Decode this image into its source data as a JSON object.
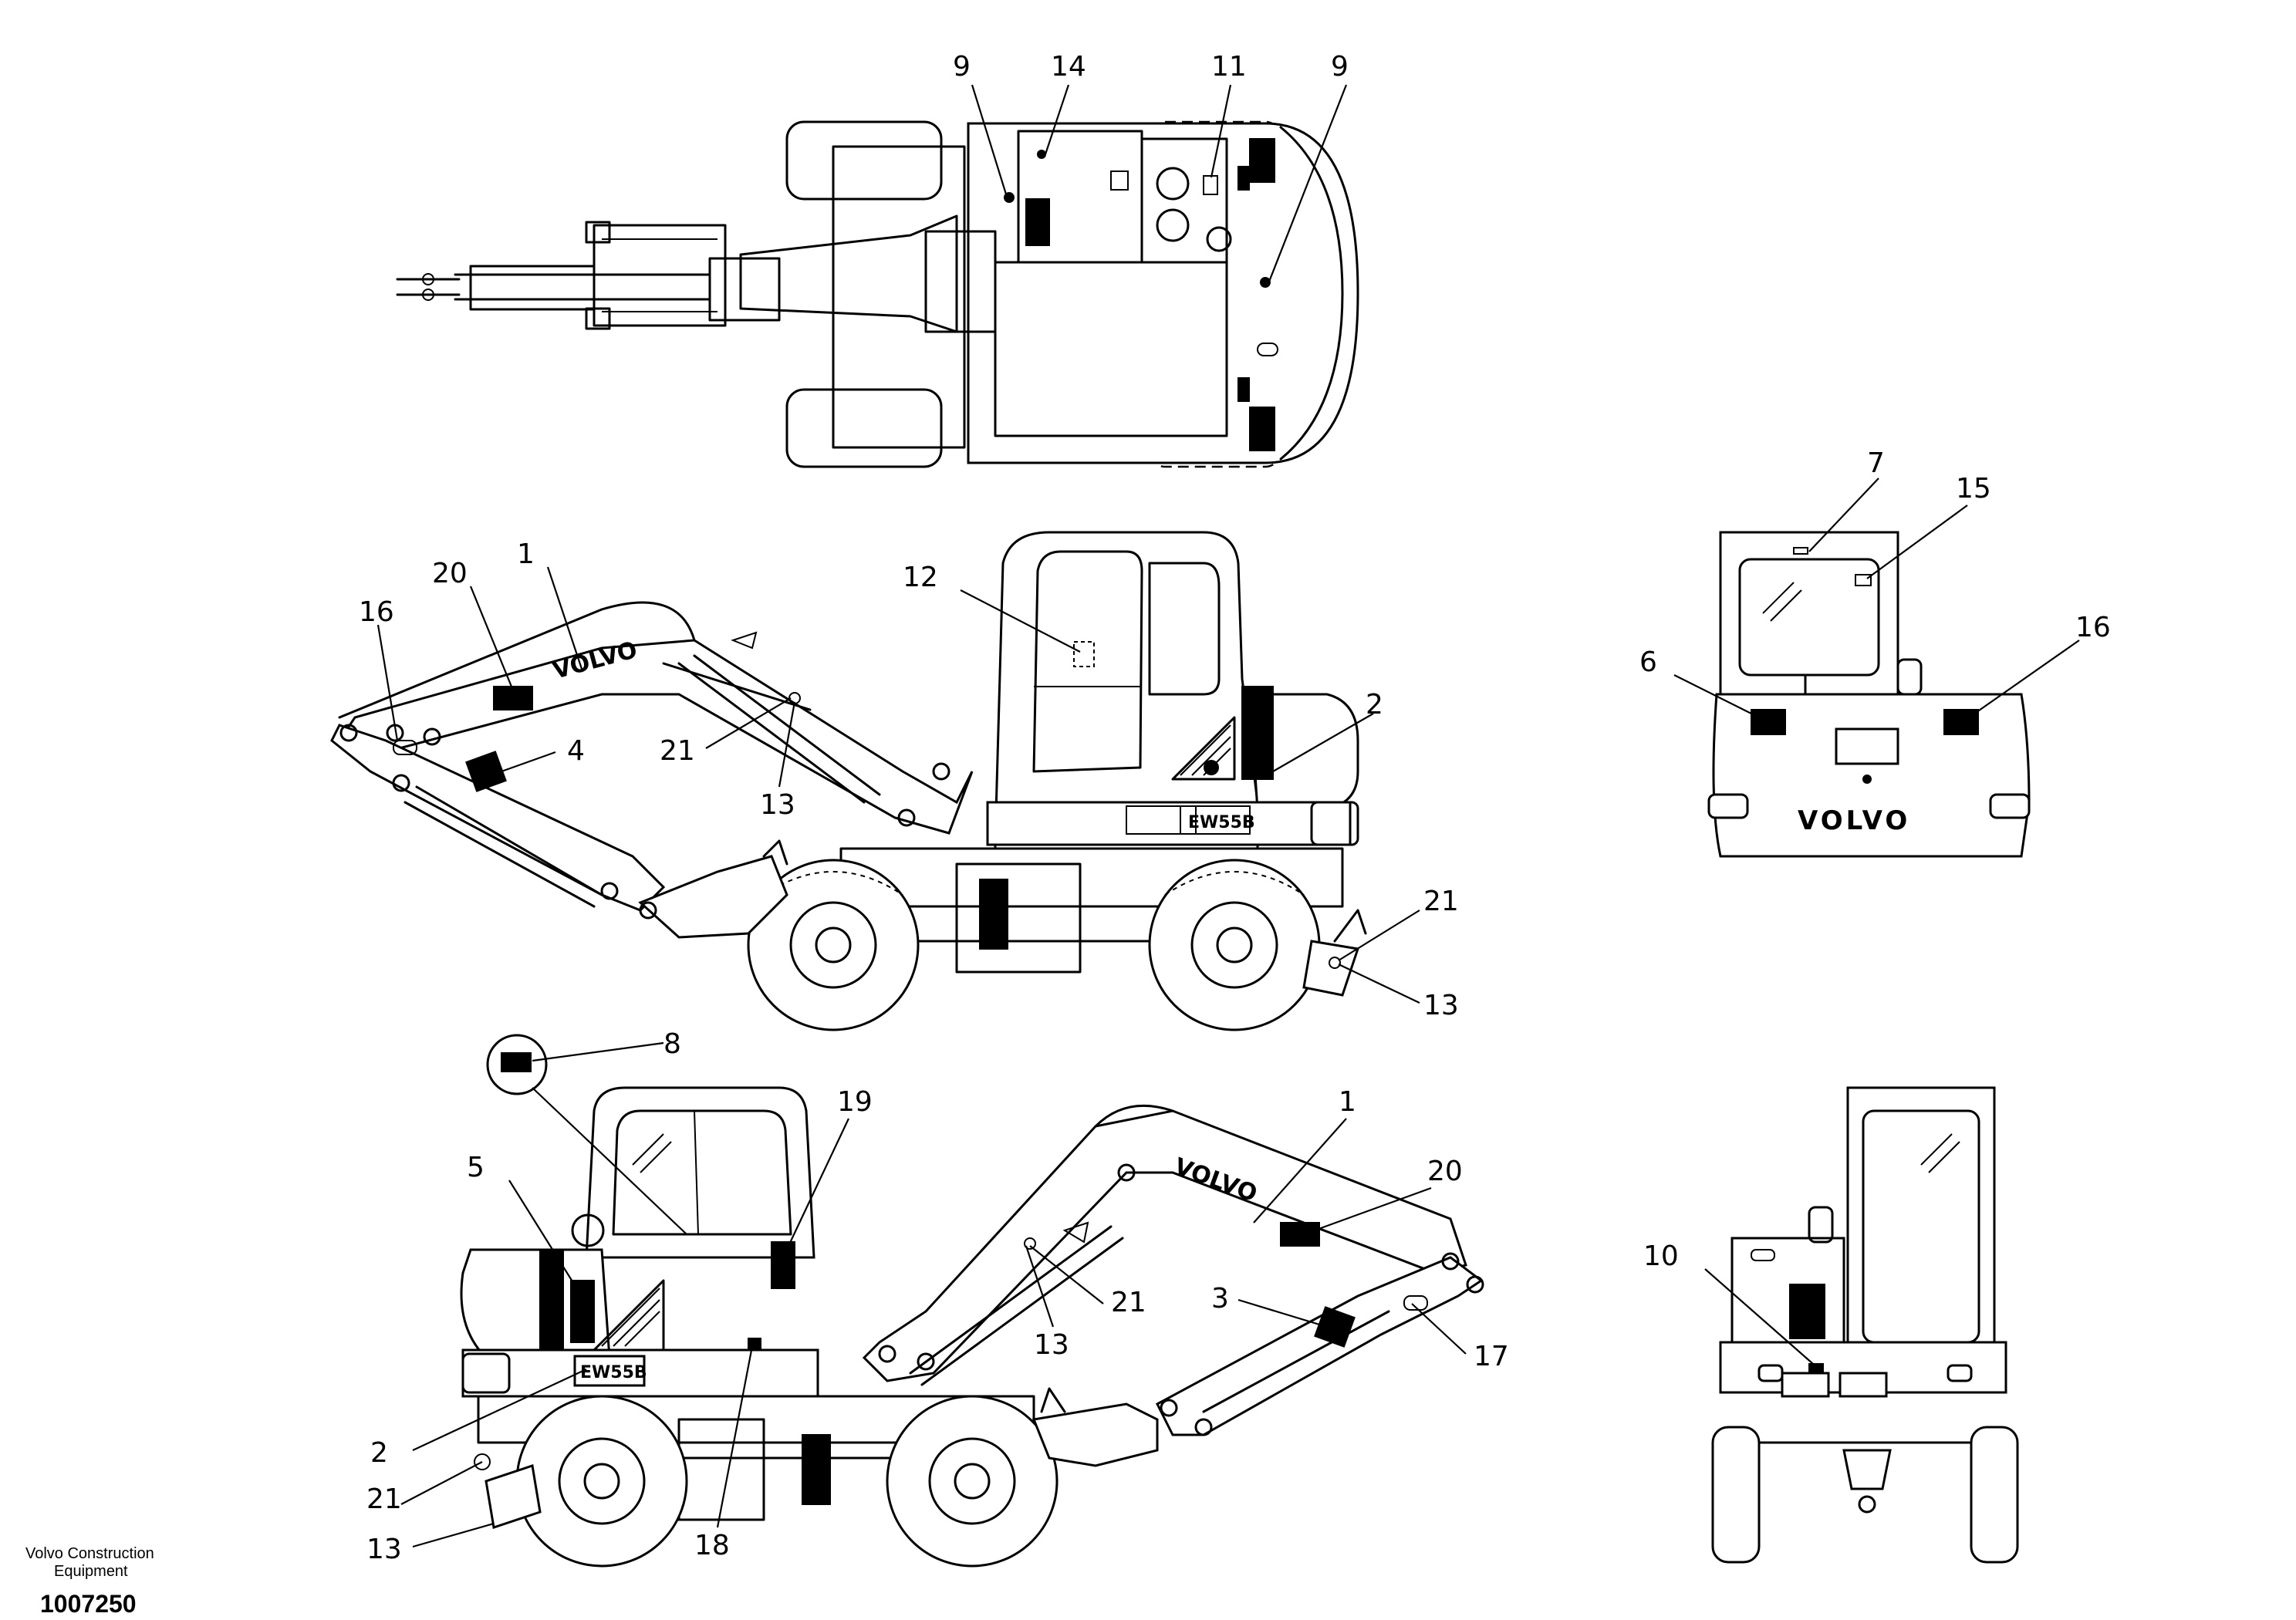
{
  "diagram": {
    "publisher_lines": [
      "Volvo Construction",
      "Equipment"
    ],
    "drawing_number": "1007250",
    "brand_text": "VOLVO",
    "model_text": "EW55B",
    "callouts": {
      "top_view": [
        "9",
        "14",
        "11",
        "9"
      ],
      "side_right": [
        "1",
        "20",
        "16",
        "4",
        "12",
        "21",
        "13",
        "2",
        "21",
        "13"
      ],
      "rear_view": [
        "7",
        "15",
        "6",
        "16"
      ],
      "side_left": [
        "8",
        "19",
        "5",
        "1",
        "20",
        "21",
        "13",
        "3",
        "17",
        "2",
        "18",
        "21",
        "13"
      ],
      "front_view": [
        "10"
      ]
    }
  }
}
